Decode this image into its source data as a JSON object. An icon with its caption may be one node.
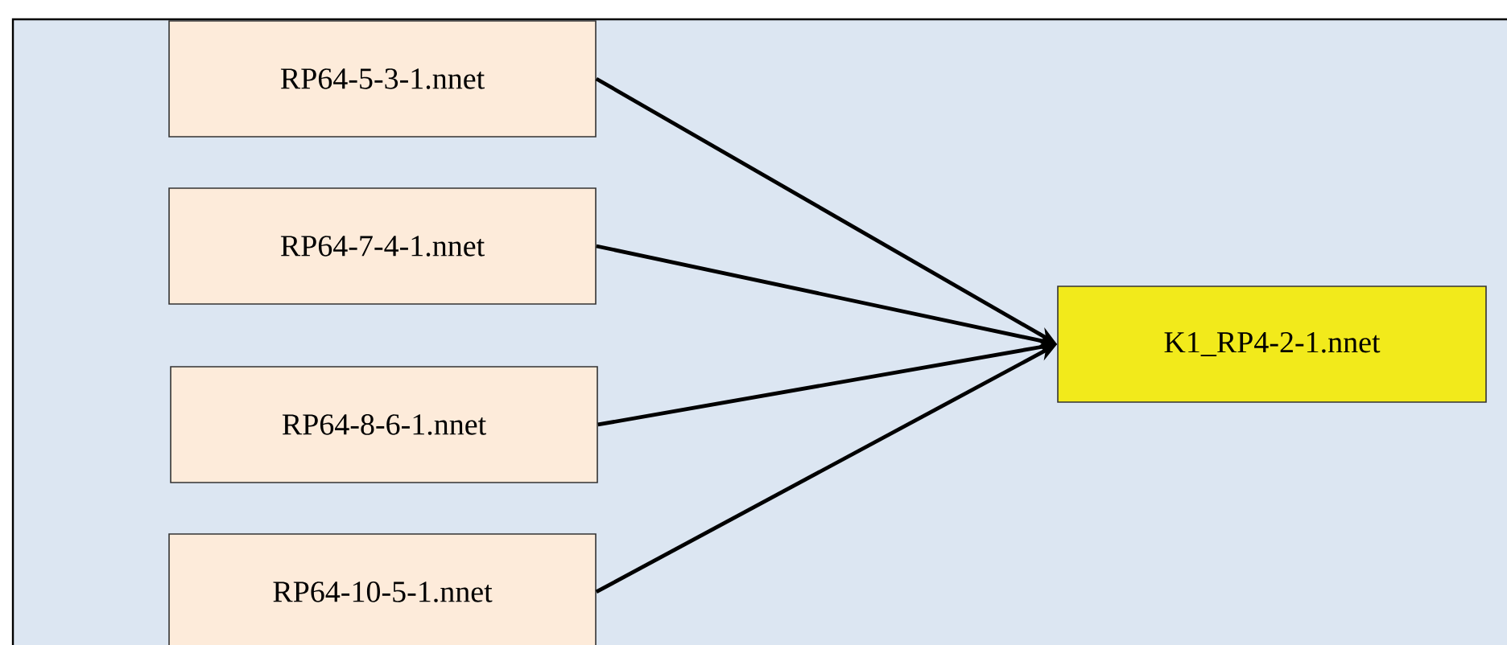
{
  "diagram": {
    "nodes": [
      {
        "text": [
          "RP64-5-3-1.nnet"
        ]
      },
      {
        "text": [
          "RP64-7-4-1.nnet"
        ]
      },
      {
        "text": [
          "RP64-8-6-1.nnet"
        ]
      },
      {
        "text": [
          "RP64-10-5-1.nnet"
        ]
      },
      {
        "text": [
          "K1_RP4-2-1.nnet"
        ]
      }
    ],
    "edges": [
      {
        "from": 0,
        "to": 4,
        "arrow": "to"
      },
      {
        "from": 1,
        "to": 4,
        "arrow": "to"
      },
      {
        "from": 2,
        "to": 4,
        "arrow": "to"
      },
      {
        "from": 3,
        "to": 4,
        "arrow": "to"
      }
    ]
  }
}
